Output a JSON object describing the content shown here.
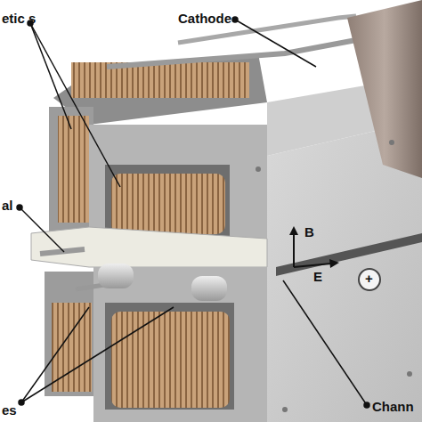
{
  "diagram": {
    "labels": [
      "Cathode",
      "etic s",
      "al",
      "es",
      "Chann",
      "B",
      "E",
      "+"
    ]
  }
}
